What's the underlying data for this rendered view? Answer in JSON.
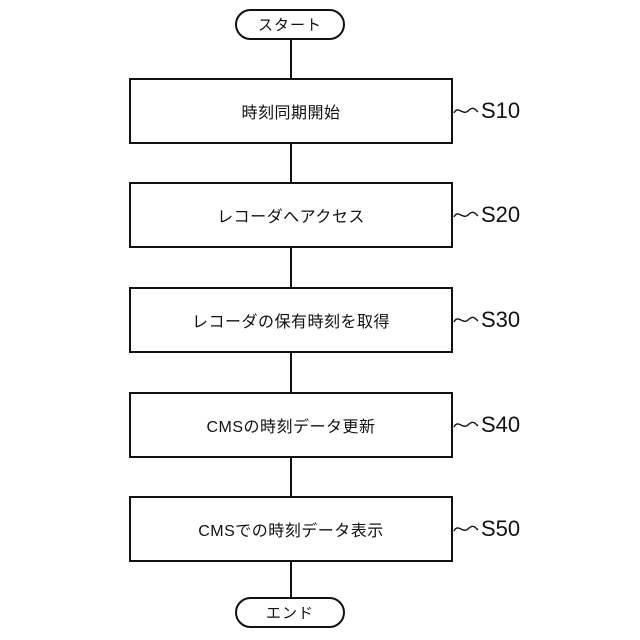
{
  "figure": {
    "type": "flowchart",
    "start_label": "スタート",
    "end_label": "エンド",
    "steps": [
      {
        "label": "時刻同期開始",
        "ref": "S10"
      },
      {
        "label": "レコーダへアクセス",
        "ref": "S20"
      },
      {
        "label": "レコーダの保有時刻を取得",
        "ref": "S30"
      },
      {
        "label": "CMSの時刻データ更新",
        "ref": "S40"
      },
      {
        "label": "CMSでの時刻データ表示",
        "ref": "S50"
      }
    ],
    "colors": {
      "line": "#111111",
      "background": "#ffffff"
    }
  }
}
